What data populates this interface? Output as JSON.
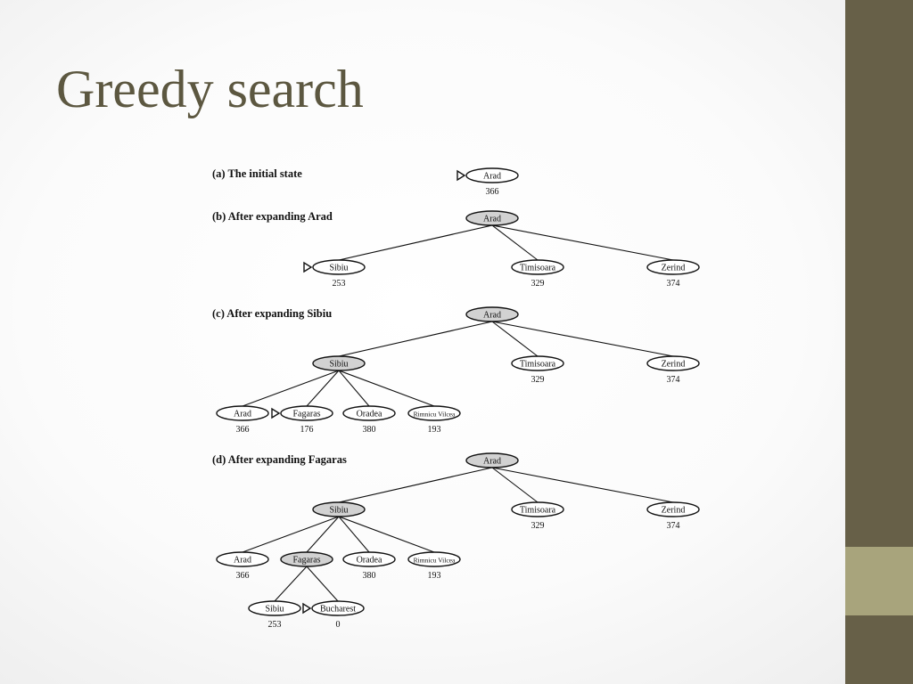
{
  "slide": {
    "title": "Greedy search"
  },
  "panels": [
    {
      "id": "a",
      "caption": "(a) The initial state",
      "nodes": [
        {
          "id": "arad",
          "label": "Arad",
          "h": "366",
          "marked": true
        }
      ],
      "edges": []
    },
    {
      "id": "b",
      "caption": "(b) After expanding Arad",
      "nodes": [
        {
          "id": "arad",
          "label": "Arad",
          "expanded": true
        },
        {
          "id": "sibiu",
          "label": "Sibiu",
          "h": "253",
          "marked": true
        },
        {
          "id": "timisoara",
          "label": "Timisoara",
          "h": "329"
        },
        {
          "id": "zerind",
          "label": "Zerind",
          "h": "374"
        }
      ],
      "edges": [
        [
          "arad",
          "sibiu"
        ],
        [
          "arad",
          "timisoara"
        ],
        [
          "arad",
          "zerind"
        ]
      ]
    },
    {
      "id": "c",
      "caption": "(c) After expanding Sibiu",
      "nodes": [
        {
          "id": "arad",
          "label": "Arad",
          "expanded": true
        },
        {
          "id": "sibiu",
          "label": "Sibiu",
          "expanded": true
        },
        {
          "id": "timisoara",
          "label": "Timisoara",
          "h": "329"
        },
        {
          "id": "zerind",
          "label": "Zerind",
          "h": "374"
        },
        {
          "id": "arad2",
          "label": "Arad",
          "h": "366"
        },
        {
          "id": "fagaras",
          "label": "Fagaras",
          "h": "176",
          "marked": true
        },
        {
          "id": "oradea",
          "label": "Oradea",
          "h": "380"
        },
        {
          "id": "rimnicu",
          "label": "Rimnicu Vilcea",
          "h": "193",
          "small": true
        }
      ],
      "edges": [
        [
          "arad",
          "sibiu"
        ],
        [
          "arad",
          "timisoara"
        ],
        [
          "arad",
          "zerind"
        ],
        [
          "sibiu",
          "arad2"
        ],
        [
          "sibiu",
          "fagaras"
        ],
        [
          "sibiu",
          "oradea"
        ],
        [
          "sibiu",
          "rimnicu"
        ]
      ]
    },
    {
      "id": "d",
      "caption": "(d) After expanding Fagaras",
      "nodes": [
        {
          "id": "arad",
          "label": "Arad",
          "expanded": true
        },
        {
          "id": "sibiu",
          "label": "Sibiu",
          "expanded": true
        },
        {
          "id": "timisoara",
          "label": "Timisoara",
          "h": "329"
        },
        {
          "id": "zerind",
          "label": "Zerind",
          "h": "374"
        },
        {
          "id": "arad2",
          "label": "Arad",
          "h": "366"
        },
        {
          "id": "fagaras",
          "label": "Fagaras",
          "expanded": true
        },
        {
          "id": "oradea",
          "label": "Oradea",
          "h": "380"
        },
        {
          "id": "rimnicu",
          "label": "Rimnicu Vilcea",
          "h": "193",
          "small": true
        },
        {
          "id": "sibiu2",
          "label": "Sibiu",
          "h": "253"
        },
        {
          "id": "bucharest",
          "label": "Bucharest",
          "h": "0",
          "marked": true
        }
      ],
      "edges": [
        [
          "arad",
          "sibiu"
        ],
        [
          "arad",
          "timisoara"
        ],
        [
          "arad",
          "zerind"
        ],
        [
          "sibiu",
          "arad2"
        ],
        [
          "sibiu",
          "fagaras"
        ],
        [
          "sibiu",
          "oradea"
        ],
        [
          "sibiu",
          "rimnicu"
        ],
        [
          "fagaras",
          "sibiu2"
        ],
        [
          "fagaras",
          "bucharest"
        ]
      ]
    }
  ]
}
